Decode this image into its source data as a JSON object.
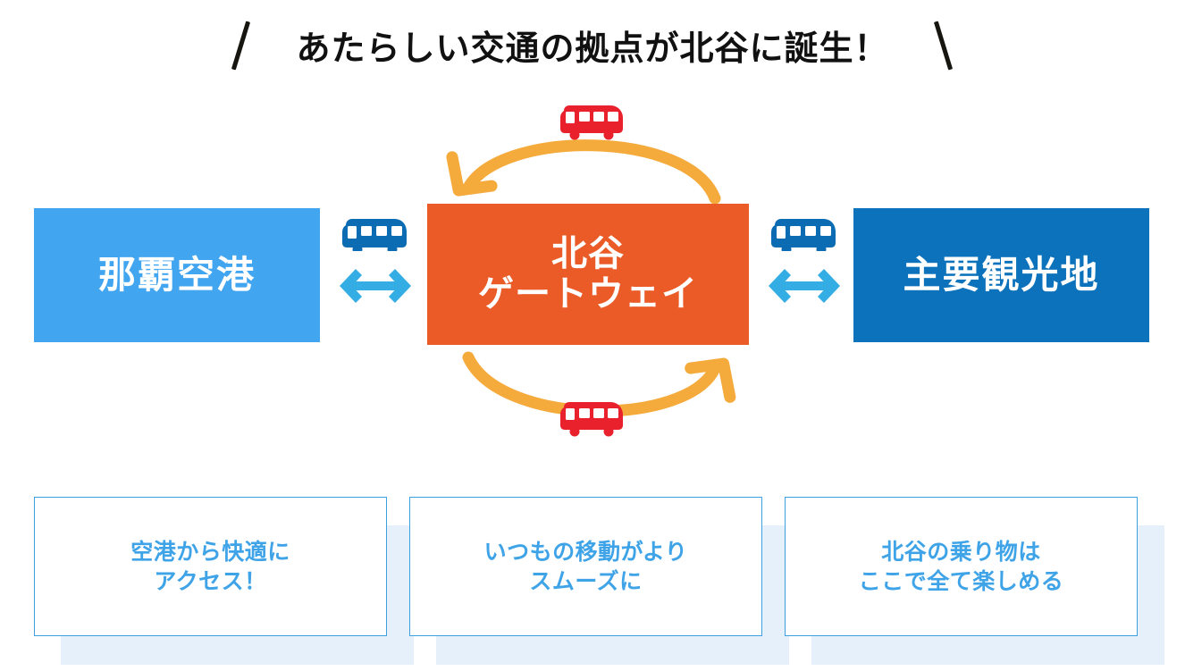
{
  "title": {
    "text": "あたらしい交通の拠点が北谷に誕生！",
    "left_mark": "\\",
    "right_mark": "/"
  },
  "diagram": {
    "nodes": [
      {
        "id": "naha-airport",
        "label": "那覇空港",
        "color": "#41a5f0"
      },
      {
        "id": "chatan-gateway",
        "label_line1": "北谷",
        "label_line2": "ゲートウェイ",
        "color": "#ea5b27"
      },
      {
        "id": "major-sightseeing",
        "label": "主要観光地",
        "color": "#0b72bb"
      }
    ],
    "connectors": [
      {
        "id": "left-connector",
        "bus_icon": "bus-icon",
        "arrow_icon": "double-arrow-icon",
        "bus_color": "#0b6cb3",
        "arrow_color": "#33ade4"
      },
      {
        "id": "right-connector",
        "bus_icon": "bus-icon",
        "arrow_icon": "double-arrow-icon",
        "bus_color": "#0b6cb3",
        "arrow_color": "#33ade4"
      }
    ],
    "arcs": [
      {
        "id": "top-arc",
        "direction": "right-to-left",
        "color": "#f5aa3c",
        "bus_icon": "red-bus-icon",
        "bus_color": "#e8212d"
      },
      {
        "id": "bottom-arc",
        "direction": "left-to-right",
        "color": "#f5aa3c",
        "bus_icon": "red-bus-icon",
        "bus_color": "#e8212d"
      }
    ]
  },
  "cards": [
    {
      "id": "card-airport-access",
      "line1": "空港から快適に",
      "line2": "アクセス！"
    },
    {
      "id": "card-smooth-travel",
      "line1": "いつもの移動がより",
      "line2": "スムーズに"
    },
    {
      "id": "card-all-transport",
      "line1": "北谷の乗り物は",
      "line2": "ここで全て楽しめる"
    }
  ],
  "colors": {
    "title_text": "#111111",
    "card_border": "#3fa0e0",
    "card_text": "#3fa3e8",
    "card_shadow": "#e5f0fa",
    "orange": "#ea5b27",
    "arc_orange": "#f5aa3c",
    "red": "#e8212d",
    "light_blue": "#41a5f0",
    "dark_blue": "#0b72bb",
    "cyan": "#33ade4"
  }
}
